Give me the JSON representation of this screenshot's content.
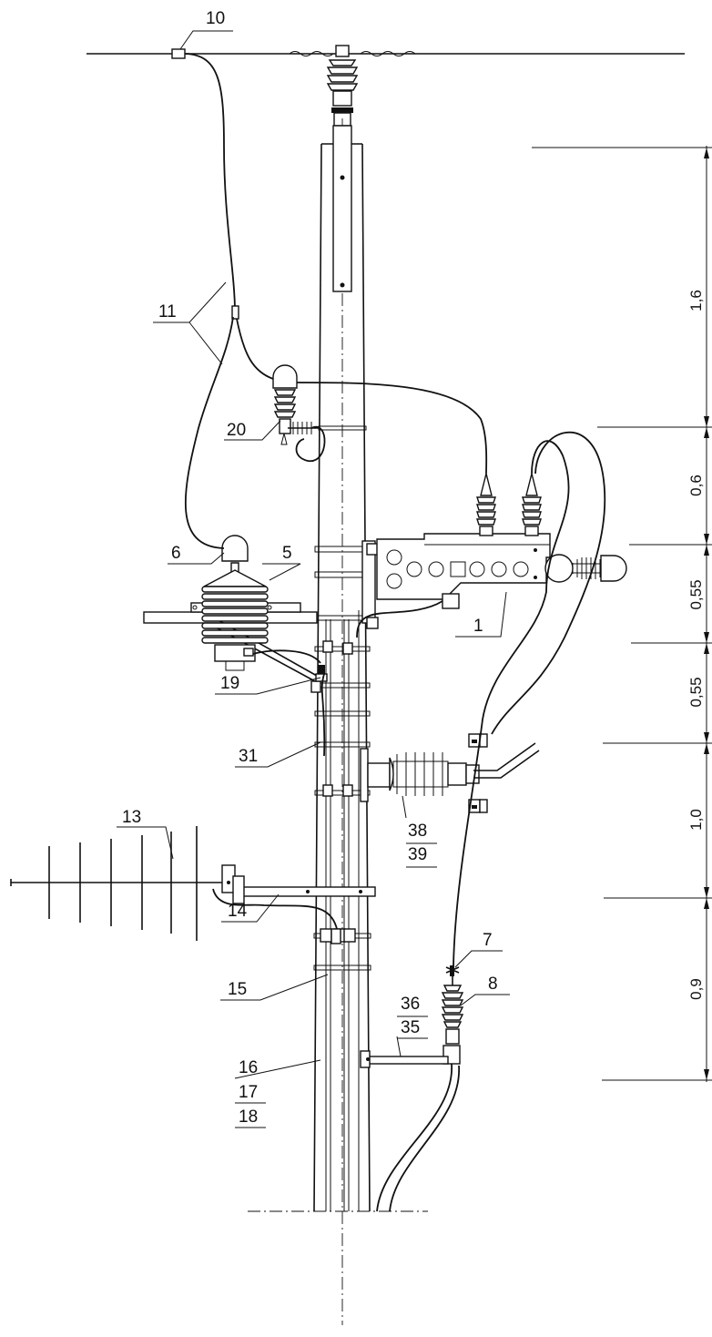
{
  "callouts": [
    "10",
    "11",
    "20",
    "6",
    "5",
    "1",
    "19",
    "31",
    "38",
    "39",
    "13",
    "14",
    "7",
    "8",
    "15",
    "36",
    "35",
    "16",
    "17",
    "18"
  ],
  "dimensions": [
    "1,6",
    "0,6",
    "0,55",
    "0,55",
    "1,0",
    "0,9"
  ],
  "colors": {
    "line": "#111111",
    "fill": "#ffffff",
    "shade": "#d9d9d9"
  }
}
